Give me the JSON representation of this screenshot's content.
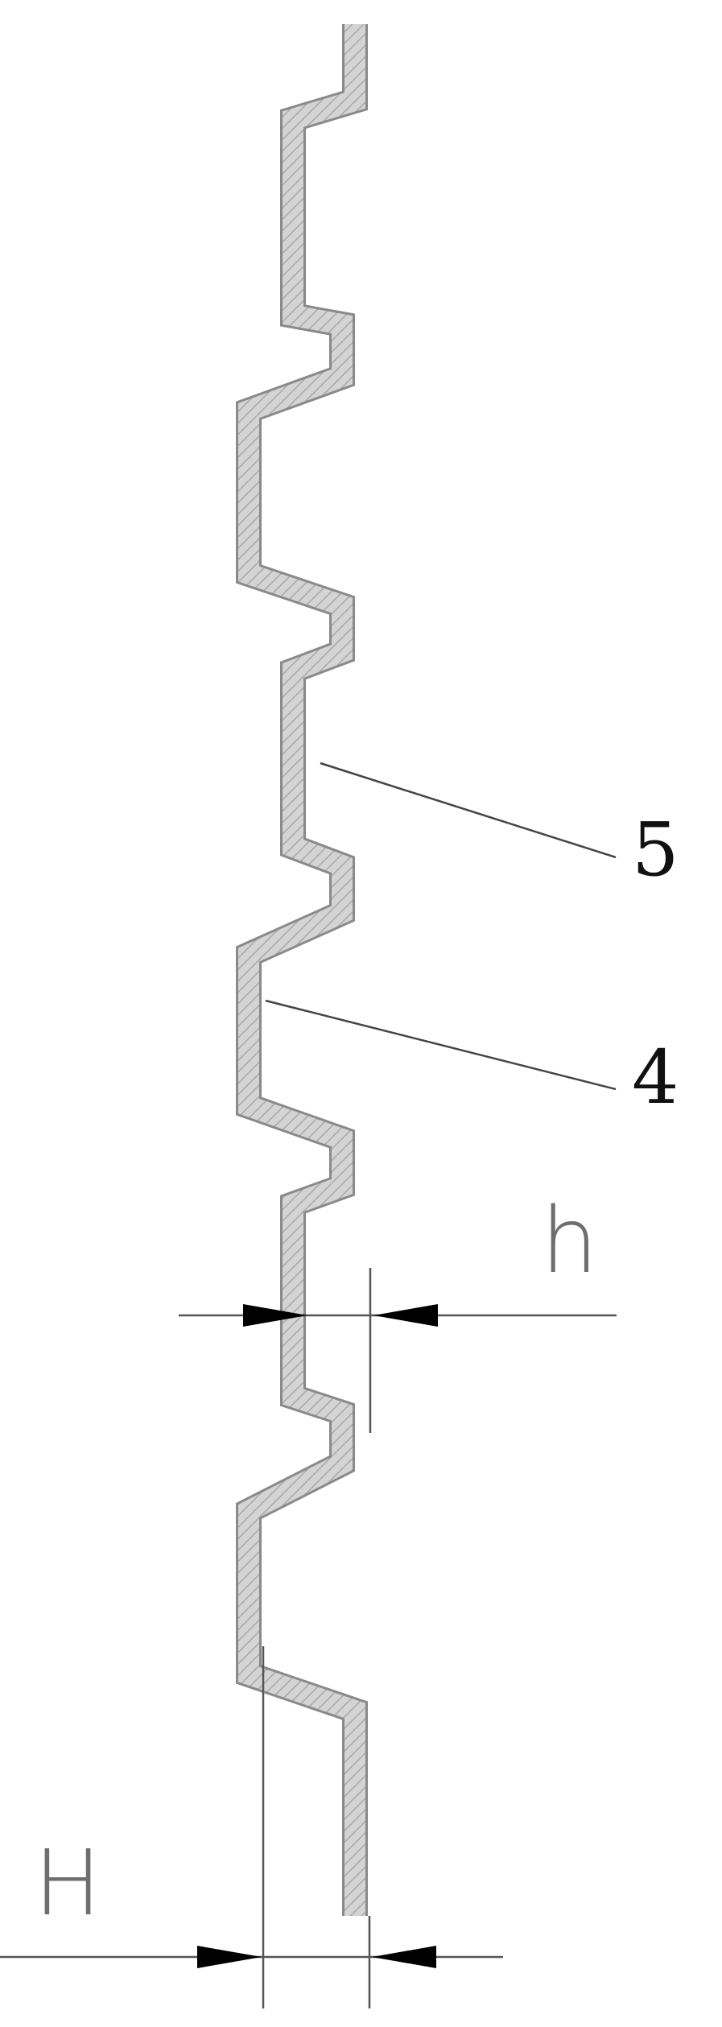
{
  "diagram": {
    "callouts": [
      {
        "label": "5"
      },
      {
        "label": "4"
      }
    ],
    "dimensions": {
      "small": {
        "label": "h"
      },
      "large": {
        "label": "H"
      }
    }
  },
  "colors": {
    "plate_fill": "#d4d4d4",
    "plate_stroke": "#8a8a8a",
    "hatch": "#a8a8a8",
    "line": "#444444",
    "arrow": "#000000"
  }
}
